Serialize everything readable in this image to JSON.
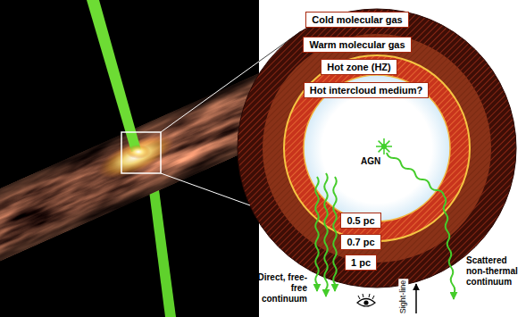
{
  "diagram": {
    "nodes": [
      {
        "text": [
          "Cold molecular gas"
        ]
      },
      {
        "text": [
          "Warm molecular gas"
        ]
      },
      {
        "text": [
          "Hot zone (HZ)"
        ]
      },
      {
        "text": [
          "Hot intercloud medium?"
        ]
      },
      {
        "text": [
          "0.5 pc"
        ]
      },
      {
        "text": [
          "0.7 pc"
        ]
      },
      {
        "text": [
          "1 pc"
        ]
      }
    ],
    "labels": [
      "AGN",
      "Direct, free-free continuum",
      "Scattered non-thermal continuum",
      "Sight-line"
    ]
  }
}
